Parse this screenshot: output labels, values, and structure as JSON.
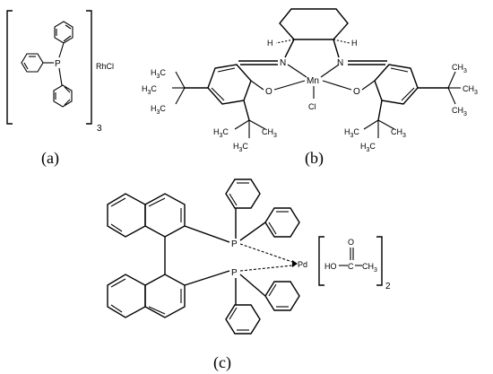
{
  "panels": {
    "a": {
      "caption": "(a)",
      "atom_p": "P",
      "label_rhcl": "RhCl",
      "subscript": "3"
    },
    "b": {
      "caption": "(b)",
      "atom_mn": "Mn",
      "atom_cl": "Cl",
      "atom_n": "N",
      "atom_o": "O",
      "atom_h": "H",
      "methyl_h3c": "H",
      "methyl_ch3": "CH",
      "c_atom": "C",
      "three": "3"
    },
    "c": {
      "caption": "(c)",
      "atom_p": "P",
      "atom_pd": "Pd",
      "ho": "HO",
      "c_atom": "C",
      "o_atom": "O",
      "ch": "CH",
      "three": "3",
      "subscript": "2"
    }
  }
}
